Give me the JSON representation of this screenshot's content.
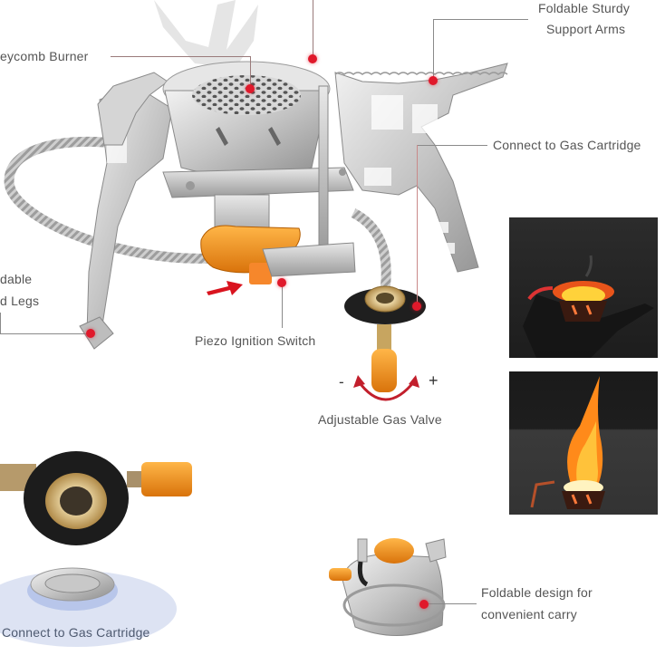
{
  "labels": {
    "honeycomb_burner": "eycomb Burner",
    "support_arms_line1": "Foldable Sturdy",
    "support_arms_line2": "Support Arms",
    "connect_gas_top": "Connect to Gas Cartridge",
    "legs_line1": "dable",
    "legs_line2": "d Legs",
    "piezo": "Piezo Ignition Switch",
    "valve_minus": "-",
    "valve_plus": "+",
    "gas_valve": "Adjustable Gas Valve",
    "connect_gas_bottom": "Connect to Gas Cartridge",
    "foldable_line1": "Foldable design for",
    "foldable_line2": "convenient carry"
  },
  "colors": {
    "background": "#ffffff",
    "label_text": "#555555",
    "callout_dot": "#e0192b",
    "callout_line": "#8a8a8a",
    "steel": "#c8c8c8",
    "brass_orange": "#f0921e",
    "photo_bg": "#2b2b2b",
    "flame": "#ff9a1f"
  },
  "photos": [
    {
      "name": "burner-glow-photo"
    },
    {
      "name": "tall-flame-photo"
    }
  ]
}
